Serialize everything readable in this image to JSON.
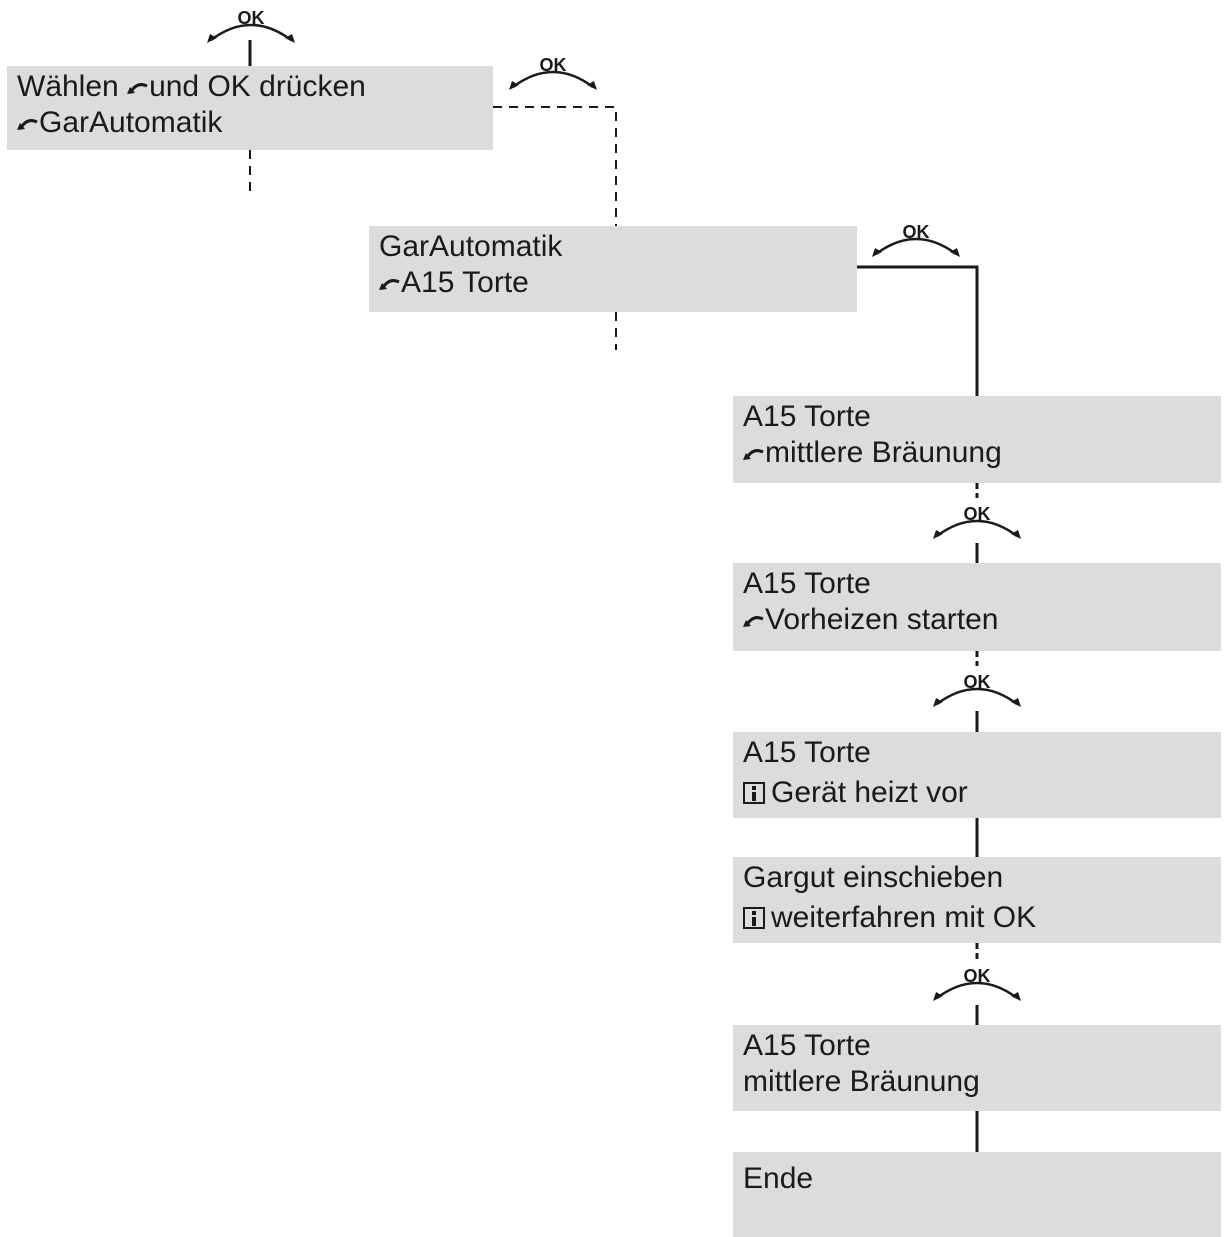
{
  "ok_label": "OK",
  "icons": {
    "turn": "rotary-knob-arrow-icon",
    "info": "info-icon"
  },
  "colors": {
    "box": "#dcdcdc",
    "ink": "#1a1a1a"
  },
  "boxes": [
    {
      "line1": {
        "before": "Wählen ",
        "after": "und OK drücken"
      },
      "line2": {
        "text": "GarAutomatik"
      }
    },
    {
      "line1": {
        "text": "GarAutomatik"
      },
      "line2": {
        "text": "A15 Torte"
      }
    },
    {
      "line1": {
        "text": "A15 Torte"
      },
      "line2": {
        "text": "mittlere Bräunung"
      }
    },
    {
      "line1": {
        "text": "A15 Torte"
      },
      "line2": {
        "text": "Vorheizen starten"
      }
    },
    {
      "line1": {
        "text": "A15 Torte"
      },
      "line2": {
        "text": "Gerät heizt vor"
      }
    },
    {
      "line1": {
        "text": "Gargut einschieben"
      },
      "line2": {
        "text": "weiterfahren mit OK"
      }
    },
    {
      "line1": {
        "text": "A15 Torte"
      },
      "line2": {
        "text": "mittlere Bräunung"
      }
    },
    {
      "line1": {
        "text": "Ende"
      }
    }
  ]
}
